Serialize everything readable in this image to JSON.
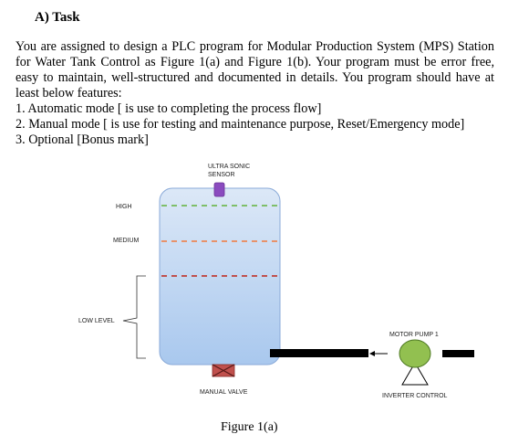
{
  "task": {
    "heading": "A) Task",
    "paragraph": "You are assigned to design a PLC program for Modular Production System (MPS) Station for Water Tank Control as Figure 1(a) and Figure 1(b). Your program must be error free, easy to maintain, well-structured and documented in details. You program should have at least below features:",
    "features": [
      "1. Automatic mode [ is use to completing the process flow]",
      "2. Manual mode [ is use for testing and maintenance purpose, Reset/Emergency mode]",
      "3. Optional [Bonus mark]"
    ]
  },
  "figure": {
    "sensor_label_line1": "ULTRA SONIC",
    "sensor_label_line2": "SENSOR",
    "level_high": "HIGH",
    "level_medium": "MEDIUM",
    "level_low": "LOW LEVEL",
    "motor_pump": "MOTOR PUMP 1",
    "manual_valve": "MANUAL VALVE",
    "inverter_control": "INVERTER CONTROL",
    "caption": "Figure 1(a)",
    "colors": {
      "tank_top": "#dce8f7",
      "tank_bottom": "#a9c8ee",
      "tank_stroke": "#8aaad8",
      "sensor": "#8a4bbf",
      "high_line": "#7fbf6a",
      "medium_line": "#e8926a",
      "low_line": "#c0504d",
      "valve": "#c0504d",
      "pump": "#92c050",
      "pipe": "#000000"
    }
  }
}
